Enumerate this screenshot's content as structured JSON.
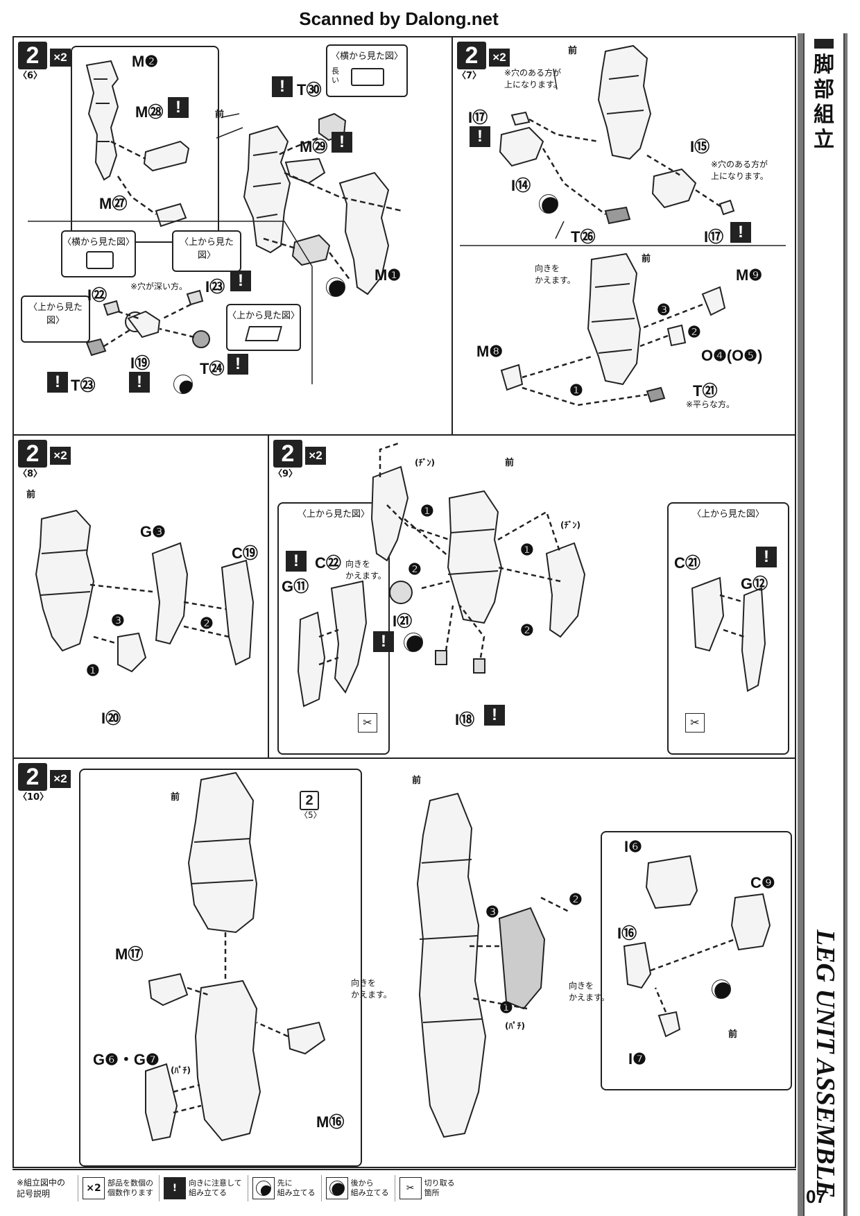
{
  "header": {
    "scan_credit": "Scanned by Dalong.net"
  },
  "sidebar": {
    "section_jp": [
      "脚",
      "部",
      "組",
      "立"
    ],
    "section_en": "LEG UNIT ASSEMBLE"
  },
  "page_number": "07",
  "common": {
    "step_number": "2",
    "multiplier": "×2",
    "front": "前",
    "turn_around": "向きを\nかえます。",
    "warning": "!"
  },
  "step6": {
    "sub": "〈6〉",
    "callout_side_view": "〈横から見た図〉",
    "callout_top_view": "〈上から見た図〉",
    "height_mark": "長い",
    "deep_hole_note": "※穴が深い方。",
    "parts": [
      "M❷",
      "M㉘",
      "M㉗",
      "T㉚",
      "M㉙",
      "M❶",
      "I㉒",
      "I㉓",
      "I⑲",
      "T㉔",
      "T㉓"
    ]
  },
  "step7": {
    "sub": "〈7〉",
    "hole_note_1": "※穴のある方が\n上になります。",
    "hole_note_2": "※穴のある方が\n上になります。",
    "flat_note": "※平らな方。",
    "parts": [
      "I⑰",
      "I⑭",
      "I⑮",
      "T㉖",
      "I⑰",
      "M❾",
      "M❽",
      "O❹(O❺)",
      "T㉑"
    ],
    "order": [
      "❶",
      "❷",
      "❸"
    ]
  },
  "step8": {
    "sub": "〈8〉",
    "parts": [
      "G❸",
      "C⑲",
      "I⑳"
    ],
    "order": [
      "❶",
      "❷",
      "❸"
    ]
  },
  "step9": {
    "sub": "〈9〉",
    "callout_top_view_left": "〈上から見た図〉",
    "callout_top_view_right": "〈上から見た図〉",
    "click_sound": "(ﾁﾞﾝ)",
    "parts": [
      "C㉒",
      "G⑪",
      "I㉑",
      "I⑱",
      "C㉑",
      "G⑫"
    ],
    "order": [
      "❶",
      "❷"
    ]
  },
  "step10": {
    "sub": "〈10〉",
    "ref_step": "2",
    "ref_sub": "〈5〉",
    "click_sound": "(ﾊﾟﾁ)",
    "parts": [
      "M⑰",
      "G❻・G❼",
      "M⑯",
      "I❻",
      "C❾",
      "I⑯",
      "I❼"
    ],
    "order": [
      "❶",
      "❷",
      "❸"
    ]
  },
  "legend": {
    "title": "※組立図中の\n記号説明",
    "items": [
      {
        "icon": "×2",
        "text": "部品を数個の\n個数作ります"
      },
      {
        "icon": "!",
        "text": "向きに注意して\n組み立てる"
      },
      {
        "icon": "half-circle",
        "text": "先に\n組み立てる"
      },
      {
        "icon": "full-circle",
        "text": "後から\n組み立てる"
      },
      {
        "icon": "nipper",
        "text": "切り取る\n箇所"
      }
    ]
  }
}
